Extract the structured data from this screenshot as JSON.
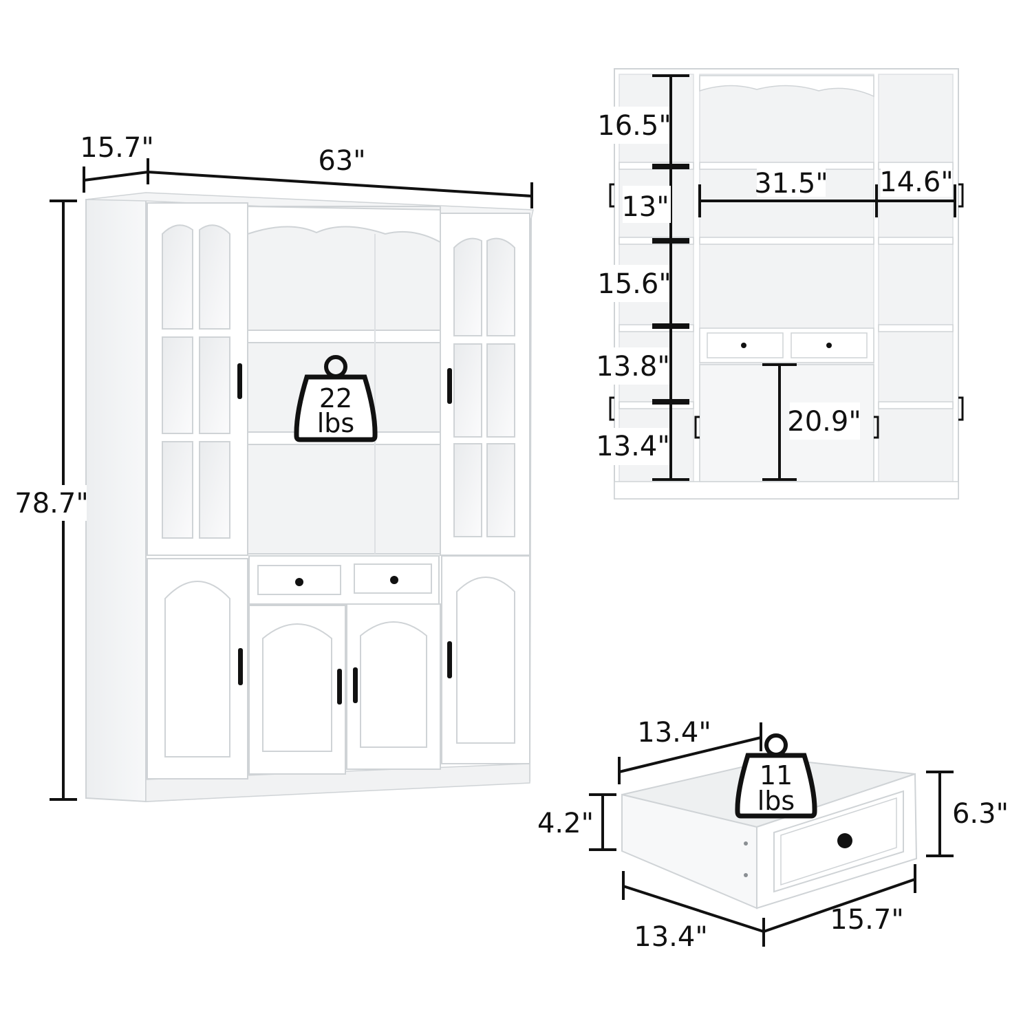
{
  "main_view": {
    "width_label": "63\"",
    "depth_label": "15.7\"",
    "height_label": "78.7\"",
    "weight_limit": {
      "value": "22",
      "unit": "lbs"
    }
  },
  "interior_view": {
    "shelf_heights": [
      "16.5\"",
      "13\"",
      "15.6\"",
      "13.8\"",
      "13.4\""
    ],
    "center_width_label": "31.5\"",
    "side_width_label": "14.6\"",
    "lower_cabinet_height_label": "20.9\""
  },
  "drawer_view": {
    "top_width_label": "13.4\"",
    "bottom_width_label": "13.4\"",
    "depth_label": "15.7\"",
    "inner_height_label": "4.2\"",
    "front_height_label": "6.3\"",
    "weight_limit": {
      "value": "11",
      "unit": "lbs"
    }
  },
  "colors": {
    "ink": "#111111",
    "cabinet": "#ffffff",
    "panel_edge": "#cfd3d6",
    "glass": "#f4f5f6",
    "interior": "#f2f3f4"
  }
}
